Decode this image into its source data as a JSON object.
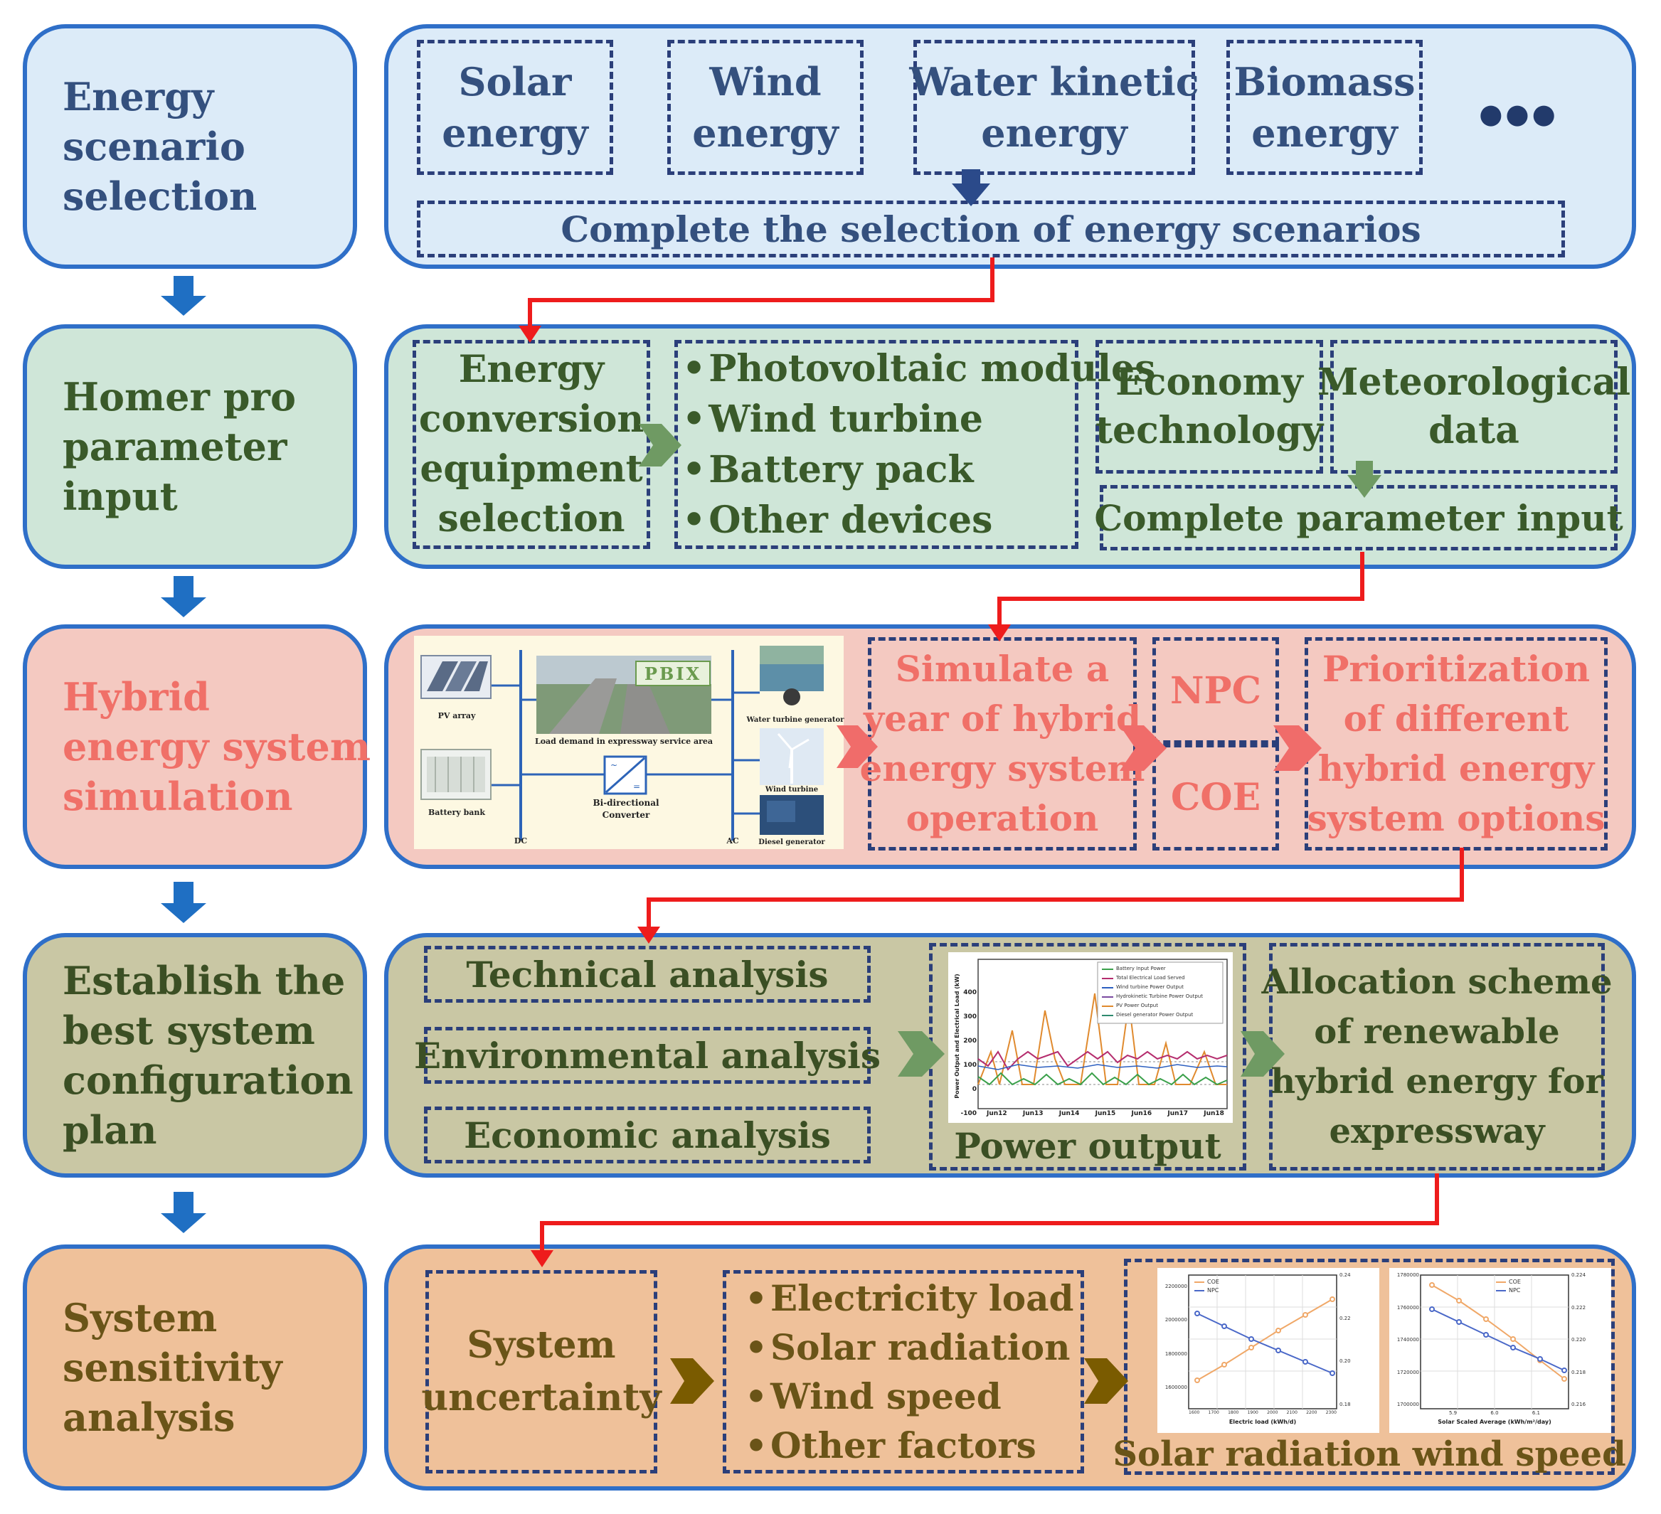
{
  "colors": {
    "border": "#2f6fc8",
    "dash": "#2b3f7a",
    "row1_fill": "#dcebf8",
    "row2_fill": "#cfe6d8",
    "row3_fill": "#f4c9c1",
    "row4_fill": "#c9c7a4",
    "row5_fill": "#efc19a",
    "row1_text": "#34507e",
    "row2_text": "#3a5a2a",
    "row3_text": "#f07068",
    "row4_text": "#3b4f24",
    "row5_text": "#6a5418",
    "blue_arrow": "#1f6fc3",
    "red_line": "#ee1c1c",
    "green_arrow": "#6f9a63",
    "red_arrow": "#f06c6a",
    "olive_arrow": "#7a5b00"
  },
  "stages": [
    {
      "lines": [
        "Energy",
        "scenario",
        "selection"
      ]
    },
    {
      "lines": [
        "Homer pro",
        "parameter",
        "input"
      ]
    },
    {
      "lines": [
        "Hybrid",
        "energy system",
        "simulation"
      ]
    },
    {
      "lines": [
        "Establish  the",
        "best system",
        "configuration",
        "plan"
      ]
    },
    {
      "lines": [
        "System",
        "sensitivity",
        "analysis"
      ]
    }
  ],
  "row1": {
    "sources": [
      {
        "lines": [
          "Solar",
          "energy"
        ]
      },
      {
        "lines": [
          "Wind",
          "energy"
        ]
      },
      {
        "lines": [
          "Water kinetic",
          "energy"
        ]
      },
      {
        "lines": [
          "Biomass",
          "energy"
        ]
      }
    ],
    "more": "●●●",
    "complete": "Complete the selection of energy scenarios"
  },
  "row2": {
    "conversion": [
      "Energy",
      "conversion",
      "equipment",
      "selection"
    ],
    "devices": [
      "Photovoltaic modules",
      "Wind  turbine",
      "Battery pack",
      "Other devices"
    ],
    "economy": [
      "Economy",
      "technology"
    ],
    "meteo": [
      "Meteorological",
      "data"
    ],
    "complete": "Complete parameter input"
  },
  "row3": {
    "diagram": {
      "pv": "PV array",
      "load": "Load demand  in expressway service area",
      "water": "Water turbine generator",
      "battery": "Battery bank",
      "converter_1": "Bi-directional",
      "converter_2": "Converter",
      "wind": "Wind turbine",
      "dc": "DC",
      "ac": "AC",
      "diesel": "Diesel generator",
      "logo": "PBIX"
    },
    "simulate": [
      "Simulate a",
      "year of hybrid",
      "energy system",
      "operation"
    ],
    "npc": "NPC",
    "coe": "COE",
    "prior": [
      "Prioritization",
      "of different",
      "hybrid  energy",
      "system options"
    ]
  },
  "row4": {
    "technical": "Technical analysis",
    "environmental": "Environmental analysis",
    "economic": "Economic analysis",
    "power_output": "Power output",
    "allocation": [
      "Allocation  scheme",
      "of renewable",
      "hybrid  energy for",
      "expressway"
    ],
    "mini_chart": {
      "legend": [
        "Battery Input Power",
        "Total Electrical Load Served",
        "Wind turbine Power Output",
        "Hydrokinetic Turbine Power Output",
        "PV Power Output",
        "Diesel generator Power Output"
      ],
      "x_ticks": [
        "Jun12",
        "Jun13",
        "Jun14",
        "Jun15",
        "Jun16",
        "Jun17",
        "Jun18"
      ],
      "y_ticks": [
        "400",
        "300",
        "200",
        "100",
        "0",
        "-100"
      ],
      "ylabel": "Power Output and Electrical Load (kW)"
    }
  },
  "row5": {
    "uncertainty": [
      "System",
      "uncertainty"
    ],
    "factors": [
      "Electricity load",
      "Solar radiation",
      "Wind speed",
      "Other factors"
    ],
    "caption": "Solar radiation wind speed",
    "chart_left": {
      "legend": [
        "COE",
        "NPC"
      ],
      "x_ticks": [
        "1600",
        "1700",
        "1800",
        "1900",
        "2000",
        "2100",
        "2200",
        "2300"
      ],
      "xlabel": "Electric load (kWh/d)",
      "y_left_ticks": [
        "2200000",
        "2000000",
        "1800000",
        "1600000"
      ],
      "y_right_ticks": [
        "0.24",
        "0.22",
        "0.20",
        "0.18"
      ]
    },
    "chart_right": {
      "legend": [
        "COE",
        "NPC"
      ],
      "x_ticks": [
        "5.9",
        "6.0",
        "6.1"
      ],
      "xlabel": "Solar Scaled Average (kWh/m²/day)",
      "y_left_ticks": [
        "1780000",
        "1760000",
        "1740000",
        "1720000",
        "1700000"
      ],
      "y_right_ticks": [
        "0.224",
        "0.222",
        "0.220",
        "0.218",
        "0.216"
      ]
    }
  }
}
